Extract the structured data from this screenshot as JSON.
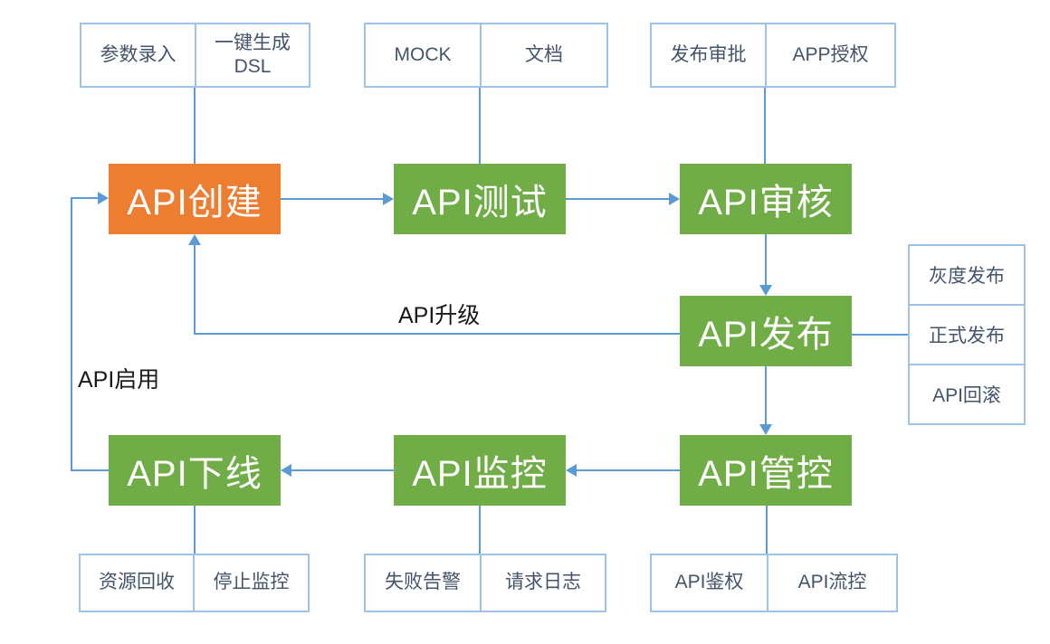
{
  "diagram_title": "API lifecycle flow",
  "flow": {
    "create": "API创建",
    "test": "API测试",
    "review": "API审核",
    "publish": "API发布",
    "govern": "API管控",
    "monitor": "API监控",
    "offline": "API下线"
  },
  "attachments": {
    "top": [
      {
        "cells": [
          "参数录入",
          "一键生成\nDSL"
        ]
      },
      {
        "cells": [
          "MOCK",
          "文档"
        ]
      },
      {
        "cells": [
          "发布审批",
          "APP授权"
        ]
      }
    ],
    "bottom": [
      {
        "cells": [
          "资源回收",
          "停止监控"
        ]
      },
      {
        "cells": [
          "失败告警",
          "请求日志"
        ]
      },
      {
        "cells": [
          "API鉴权",
          "API流控"
        ]
      }
    ]
  },
  "side_stack": {
    "items": [
      "灰度发布",
      "正式发布",
      "API回滚"
    ]
  },
  "edge_labels": {
    "upgrade": "API升级",
    "enable": "API启用"
  },
  "colors": {
    "start_node": "#ED7D31",
    "flow_node": "#70AD47",
    "connector": "#5B9BD5",
    "attachment_border": "#9DC3E6",
    "attachment_text": "#44546A"
  }
}
